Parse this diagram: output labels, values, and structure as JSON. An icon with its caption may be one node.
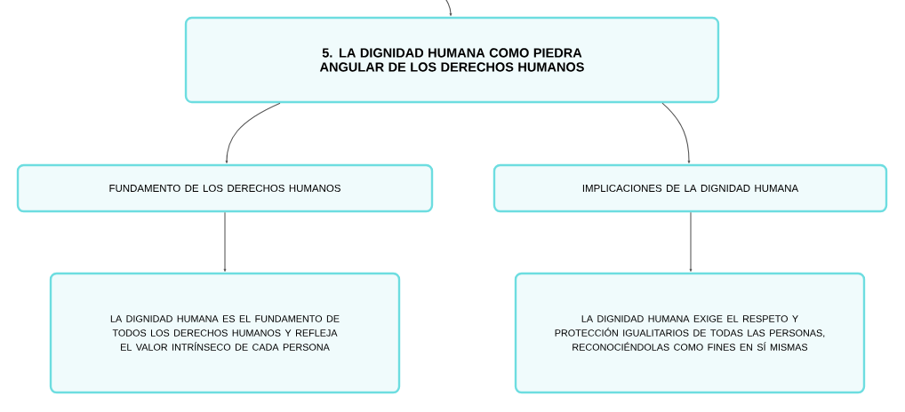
{
  "diagram": {
    "nodes": [
      {
        "text": [
          "5. LA DIGNIDAD HUMANA COMO PIEDRA ANGULAR DE LOS DERECHOS HUMANOS"
        ]
      },
      {
        "text": [
          "FUNDAMENTO DE LOS DERECHOS HUMANOS"
        ]
      },
      {
        "text": [
          "IMPLICACIONES DE LA DIGNIDAD HUMANA"
        ]
      },
      {
        "text": [
          "LA DIGNIDAD HUMANA ES EL FUNDAMENTO DE TODOS LOS DERECHOS HUMANOS Y REFLEJA EL VALOR INTRÍNSECO DE CADA PERSONA"
        ]
      },
      {
        "text": [
          "LA DIGNIDAD HUMANA EXIGE EL RESPETO Y PROTECCIÓN IGUALITARIOS DE TODAS LAS PERSONAS, RECONOCIÉNDOLAS COMO FINES EN SÍ MISMAS"
        ]
      }
    ],
    "edges": [
      {
        "from": null,
        "to": 0,
        "arrow": "to"
      },
      {
        "from": 0,
        "to": 1,
        "arrow": "to"
      },
      {
        "from": 0,
        "to": 2,
        "arrow": "to"
      },
      {
        "from": 1,
        "to": 3,
        "arrow": "to"
      },
      {
        "from": 2,
        "to": 4,
        "arrow": "to"
      }
    ]
  }
}
